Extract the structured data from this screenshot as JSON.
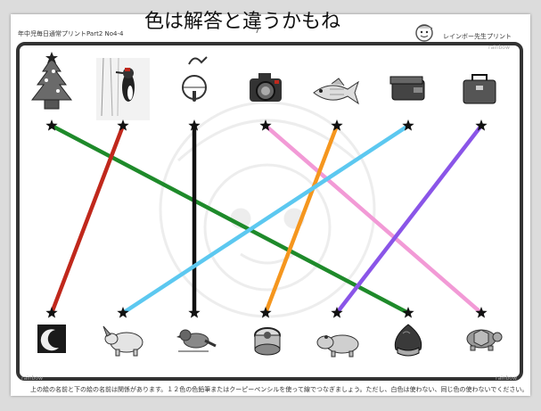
{
  "overlay_title": "色は解答と違うかもね",
  "header": {
    "left_label": "年中児毎日通常プリントPart2 No4-4",
    "page_number": "7",
    "brand_label": "レインボー先生プリント"
  },
  "footer": {
    "instructions": "上の絵の名前と下の絵の名前は関係があります。１２色の色鉛筆またはクーピーペンシルを使って線でつなぎましょう。ただし、白色は使わない、同じ色の使わないでください。"
  },
  "watermarks": {
    "top_right": "rainbow",
    "bottom_left": "rainbow",
    "bottom_right": "rainbow"
  },
  "top_items": [
    {
      "icon": "christmas-tree-icon"
    },
    {
      "icon": "woodpecker-icon"
    },
    {
      "icon": "bell-icon"
    },
    {
      "icon": "camera-icon"
    },
    {
      "icon": "fish-icon"
    },
    {
      "icon": "wallet-icon"
    },
    {
      "icon": "briefcase-icon"
    }
  ],
  "bottom_items": [
    {
      "icon": "moon-icon"
    },
    {
      "icon": "rhino-icon"
    },
    {
      "icon": "sparrow-icon"
    },
    {
      "icon": "drum-icon"
    },
    {
      "icon": "hippo-icon"
    },
    {
      "icon": "chestnut-icon"
    },
    {
      "icon": "turtle-icon"
    }
  ],
  "connections": [
    {
      "from": 0,
      "to": 5,
      "color": "#1e8a2a"
    },
    {
      "from": 1,
      "to": 0,
      "color": "#c0281c"
    },
    {
      "from": 2,
      "to": 2,
      "color": "#111111"
    },
    {
      "from": 3,
      "to": 6,
      "color": "#f29ad6"
    },
    {
      "from": 4,
      "to": 3,
      "color": "#f5961e"
    },
    {
      "from": 5,
      "to": 1,
      "color": "#5cc8f0"
    },
    {
      "from": 6,
      "to": 4,
      "color": "#8a55e8"
    }
  ]
}
